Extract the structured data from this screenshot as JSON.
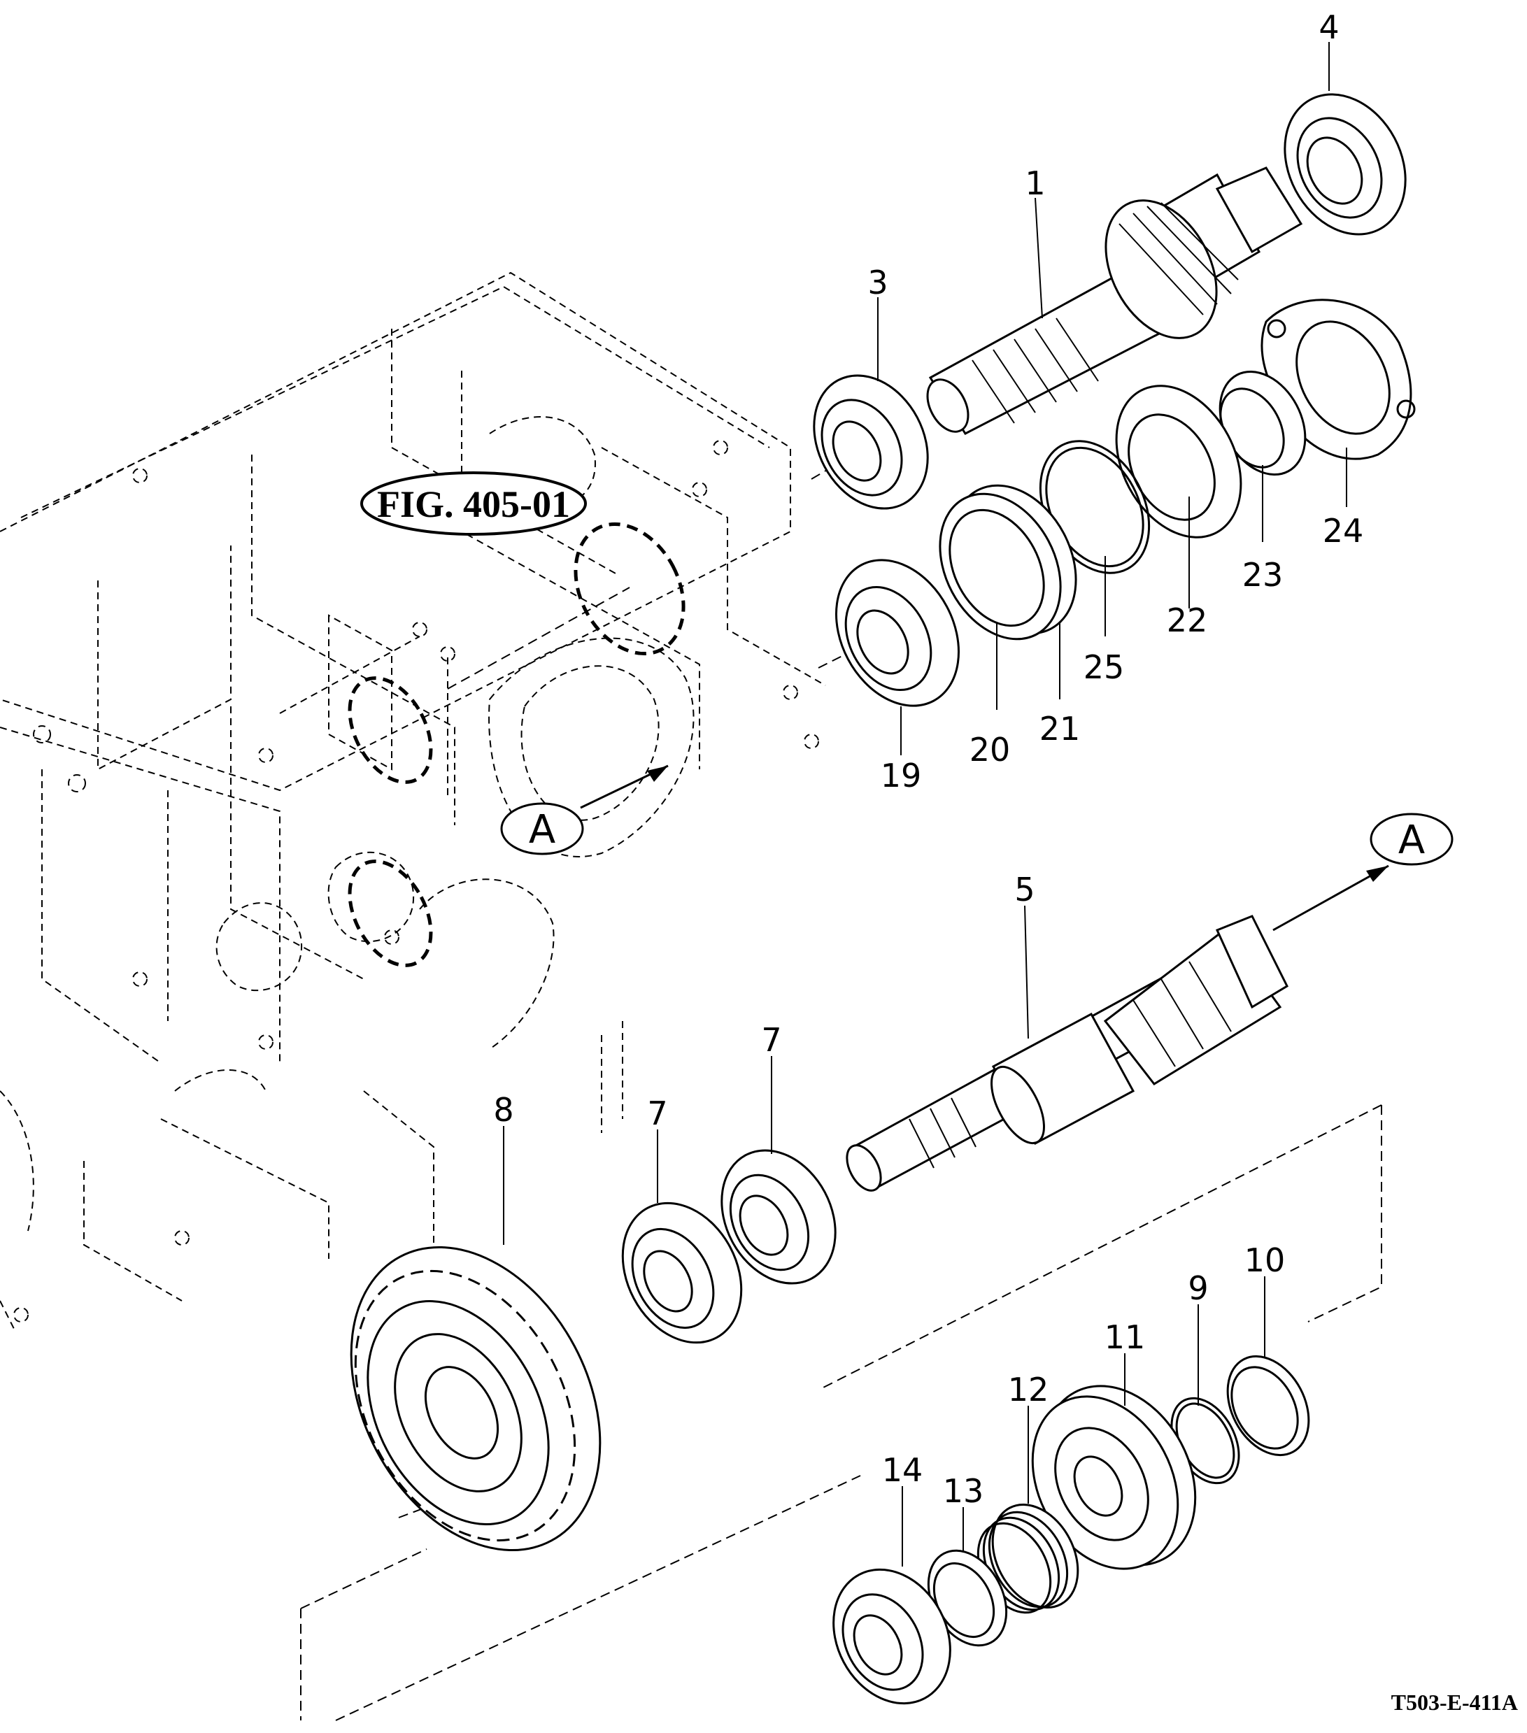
{
  "figure_reference": "FIG. 405-01",
  "reference_marks": [
    "A",
    "A"
  ],
  "drawing_code": "T503-E-411A",
  "callouts": [
    "1",
    "3",
    "4",
    "5",
    "7",
    "7",
    "8",
    "9",
    "10",
    "11",
    "12",
    "13",
    "14",
    "19",
    "20",
    "21",
    "22",
    "23",
    "24",
    "25"
  ]
}
